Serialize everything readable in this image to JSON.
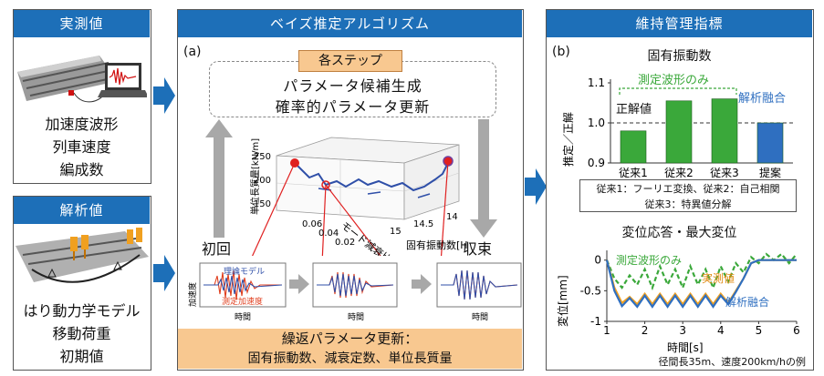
{
  "left": {
    "measured_title": "実測値",
    "measured_lines": [
      "加速度波形",
      "列車速度",
      "編成数"
    ],
    "analysis_title": "解析値",
    "analysis_lines": [
      "はり動力学モデル",
      "移動荷重",
      "初期値"
    ]
  },
  "middle": {
    "title": "ベイズ推定アルゴリズム",
    "label": "(a)",
    "step_title": "各ステップ",
    "step_lines": [
      "パラメータ候補生成",
      "確率的パラメータ更新"
    ],
    "initial_label": "初回",
    "converge_label": "収束",
    "plot3d": {
      "z_label": "単位長質量[kN/m]",
      "z_ticks": [
        "250",
        "200",
        "150"
      ],
      "y_label": "モード減衰比",
      "y_ticks": [
        "0.06",
        "0.04",
        "0.02"
      ],
      "x_label": "固有振動数[Hz]",
      "x_ticks": [
        "15",
        "14.5",
        "14"
      ]
    },
    "wave_ylabel": "加速度",
    "wave_xlabel": "時間",
    "wave_legend_model": "理論モデル",
    "wave_legend_measured": "測定加速度",
    "bottom_lines": [
      "繰返パラメータ更新：",
      "固有振動数、減衰定数、単位長質量"
    ]
  },
  "right": {
    "title": "維持管理指標",
    "label": "(b)",
    "freq_title": "固有振動数",
    "correct_label": "正解値",
    "only_measured_label": "測定波形のみ",
    "fusion_label": "解析融合",
    "notes": [
      "従来1：フーリエ変換、従来2：自己相関",
      "従来3：特異値分解"
    ],
    "disp_title": "変位応答・最大変位",
    "disp_only_measured": "測定波形のみ",
    "disp_measured": "実測値",
    "disp_fusion": "解析融合",
    "footnote": "径間長35m、速度200km/hの例"
  },
  "chart_data": [
    {
      "type": "bar",
      "title": "固有振動数",
      "ylabel": "推定／正解",
      "categories": [
        "従来1",
        "従来2",
        "従来3",
        "提案"
      ],
      "values": [
        0.98,
        1.055,
        1.06,
        1.0
      ],
      "ylim": [
        0.9,
        1.1
      ],
      "yticks": [
        "1.1",
        "1.0",
        "0.9"
      ],
      "reference_line": 1.0,
      "colors": {
        "conventional": "#3aa83a",
        "proposed": "#2f6fc0"
      }
    },
    {
      "type": "line",
      "title": "変位応答・最大変位",
      "xlabel": "時間[s]",
      "ylabel": "変位[mm]",
      "xlim": [
        1,
        6
      ],
      "ylim": [
        -1,
        0.1
      ],
      "xticks": [
        "1",
        "2",
        "3",
        "4",
        "5",
        "6"
      ],
      "yticks": [
        "0",
        "-0.5",
        "-1"
      ],
      "series": [
        {
          "name": "測定波形のみ",
          "color": "#3aa83a",
          "x": [
            1.0,
            1.2,
            1.4,
            1.6,
            1.8,
            2.0,
            2.2,
            2.4,
            2.6,
            2.8,
            3.0,
            3.2,
            3.4,
            3.6,
            3.8,
            4.0,
            4.2,
            4.4,
            4.6,
            4.8,
            5.0,
            5.2,
            5.4,
            5.6,
            5.8,
            6.0
          ],
          "y": [
            0.0,
            -0.3,
            -0.45,
            -0.25,
            -0.4,
            -0.15,
            -0.45,
            -0.1,
            -0.4,
            -0.15,
            -0.45,
            -0.1,
            -0.4,
            -0.15,
            -0.45,
            -0.1,
            -0.35,
            -0.05,
            -0.2,
            0.05,
            -0.05,
            0.1,
            0.0,
            0.1,
            -0.05,
            0.1
          ]
        },
        {
          "name": "実測値",
          "color": "#f0a020",
          "x": [
            1.0,
            1.2,
            1.4,
            1.6,
            1.8,
            2.0,
            2.2,
            2.4,
            2.6,
            2.8,
            3.0,
            3.2,
            3.4,
            3.6,
            3.8,
            4.0,
            4.2,
            4.4,
            4.6,
            4.8,
            5.0,
            5.2,
            5.4,
            5.6,
            5.8,
            6.0
          ],
          "y": [
            0.0,
            -0.45,
            -0.7,
            -0.6,
            -0.72,
            -0.55,
            -0.72,
            -0.55,
            -0.72,
            -0.55,
            -0.72,
            -0.55,
            -0.72,
            -0.55,
            -0.72,
            -0.55,
            -0.7,
            -0.5,
            -0.3,
            -0.05,
            0.0,
            0.0,
            0.0,
            0.0,
            0.0,
            0.0
          ]
        },
        {
          "name": "解析融合",
          "color": "#2f6fc0",
          "x": [
            1.0,
            1.2,
            1.4,
            1.6,
            1.8,
            2.0,
            2.2,
            2.4,
            2.6,
            2.8,
            3.0,
            3.2,
            3.4,
            3.6,
            3.8,
            4.0,
            4.2,
            4.4,
            4.6,
            4.8,
            5.0,
            5.2,
            5.4,
            5.6,
            5.8,
            6.0
          ],
          "y": [
            0.0,
            -0.5,
            -0.75,
            -0.62,
            -0.76,
            -0.58,
            -0.76,
            -0.58,
            -0.76,
            -0.58,
            -0.76,
            -0.58,
            -0.76,
            -0.58,
            -0.76,
            -0.58,
            -0.72,
            -0.52,
            -0.3,
            -0.05,
            0.0,
            0.0,
            0.0,
            0.0,
            0.0,
            0.0
          ]
        }
      ]
    }
  ]
}
